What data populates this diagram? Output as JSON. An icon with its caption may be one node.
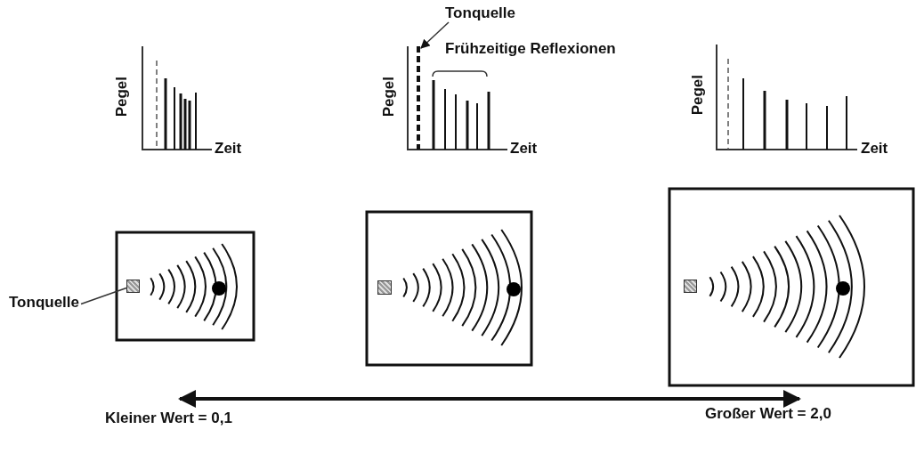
{
  "diagram": {
    "nodes": [
      {
        "text": [
          "Tonquelle"
        ]
      },
      {
        "text": [],
        "shape": "bar"
      },
      {
        "text": [
          "Tonquelle"
        ]
      },
      {
        "text": [],
        "shape": "box"
      }
    ],
    "edges": [
      {
        "from": 0,
        "to": 1,
        "arrow": "to"
      },
      {
        "from": 2,
        "to": 3,
        "arrow": "none"
      }
    ],
    "labels": [
      "Frühzeitige Reflexionen",
      "Pegel",
      "Zeit",
      "Pegel",
      "Zeit",
      "Pegel",
      "Zeit",
      "Kleiner Wert = 0,1",
      "Großer Wert = 2,0"
    ]
  }
}
